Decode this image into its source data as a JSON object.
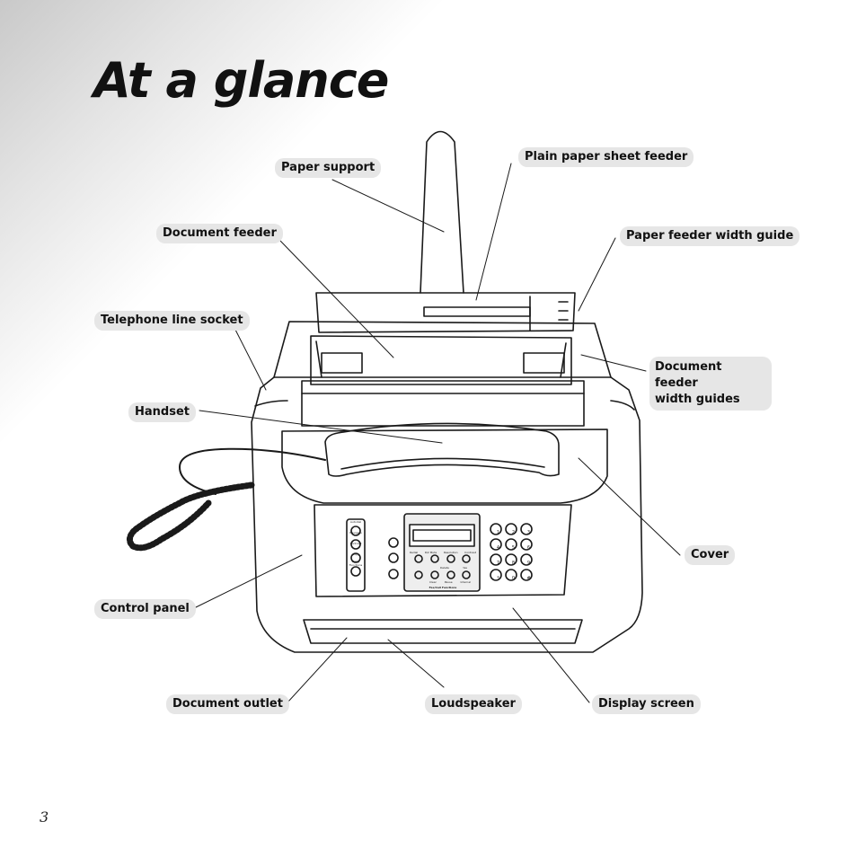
{
  "page": {
    "title": "At a glance",
    "page_number": "3"
  },
  "labels": {
    "paper_support": "Paper support",
    "plain_paper_sheet_feeder": "Plain paper sheet feeder",
    "document_feeder": "Document feeder",
    "paper_feeder_width_guide": "Paper feeder width guide",
    "telephone_line_socket": "Telephone line socket",
    "document_feeder_width_guides_line1": "Document feeder",
    "document_feeder_width_guides_line2": "width guides",
    "handset": "Handset",
    "cover": "Cover",
    "control_panel": "Control panel",
    "document_outlet": "Document outlet",
    "loudspeaker": "Loudspeaker",
    "display_screen": "Display screen"
  },
  "panel": {
    "left_buttons": [
      "Autodial",
      "Navigate",
      "Contrast",
      "Copy"
    ],
    "left_footer_line1": "Copy",
    "left_footer_line2": "Functions",
    "top_buttons": [
      "Redial",
      "R/2 Mute",
      "Resolution",
      "Contrast"
    ],
    "mid_buttons": [
      "Delete",
      "Yes"
    ],
    "bottom_buttons": [
      "Clear",
      "Pause",
      "Internal"
    ],
    "footer": "Fax/Call Functions",
    "keys": [
      "1",
      "2",
      "3",
      "4",
      "5",
      "6",
      "7",
      "8",
      "9",
      "*",
      "0",
      "#"
    ]
  },
  "colors": {
    "label_background": "#e6e6e6",
    "line": "#1a1a1a"
  }
}
